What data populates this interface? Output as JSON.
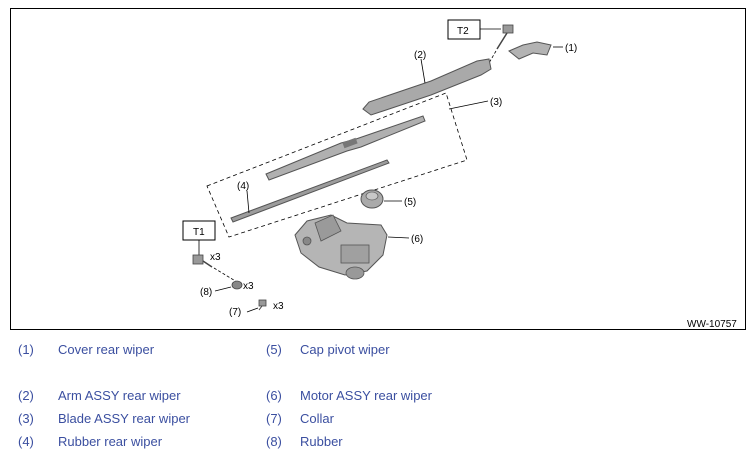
{
  "diagram": {
    "reference_code": "WW-10757",
    "torque_tags": {
      "t1": "T1",
      "t2": "T2"
    },
    "callouts": {
      "c1": "(1)",
      "c2": "(2)",
      "c3": "(3)",
      "c4": "(4)",
      "c5": "(5)",
      "c6": "(6)",
      "c7": "(7)",
      "c8": "(8)"
    },
    "quantities": {
      "bolt": "x3",
      "rubber": "x3",
      "collar": "x3"
    }
  },
  "legend": {
    "rows": [
      {
        "left": {
          "num": "(1)",
          "name": "Cover rear wiper"
        },
        "right": {
          "num": "(5)",
          "name": "Cap pivot wiper"
        }
      },
      {
        "left": {
          "num": "(2)",
          "name": "Arm ASSY rear wiper"
        },
        "right": {
          "num": "(6)",
          "name": "Motor ASSY rear wiper"
        }
      },
      {
        "left": {
          "num": "(3)",
          "name": "Blade ASSY rear wiper"
        },
        "right": {
          "num": "(7)",
          "name": "Collar"
        }
      },
      {
        "left": {
          "num": "(4)",
          "name": "Rubber rear wiper"
        },
        "right": {
          "num": "(8)",
          "name": "Rubber"
        }
      }
    ]
  },
  "colors": {
    "legend_text": "#3b4fa0",
    "part_fill": "#a9a9a9",
    "part_stroke": "#555555"
  }
}
